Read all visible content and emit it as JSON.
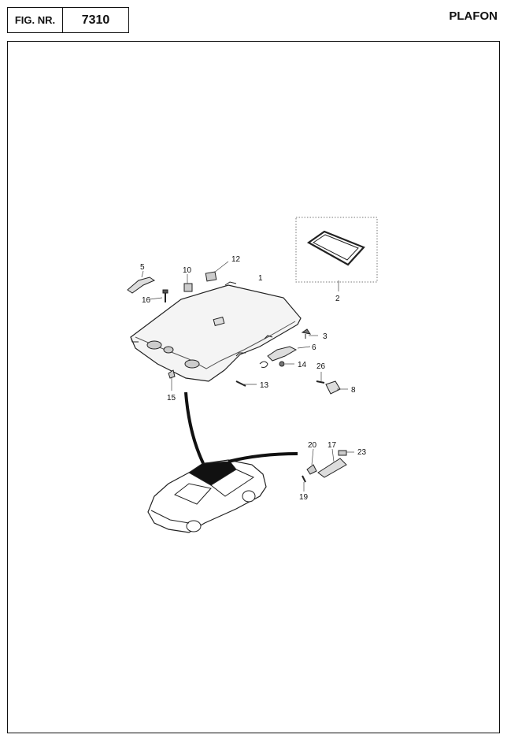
{
  "header": {
    "fig_label": "FIG. NR.",
    "fig_number": "7310",
    "title": "PLAFON"
  },
  "callouts": [
    "1",
    "2",
    "3",
    "5",
    "6",
    "8",
    "10",
    "12",
    "13",
    "14",
    "15",
    "16",
    "17",
    "19",
    "20",
    "23",
    "26"
  ]
}
